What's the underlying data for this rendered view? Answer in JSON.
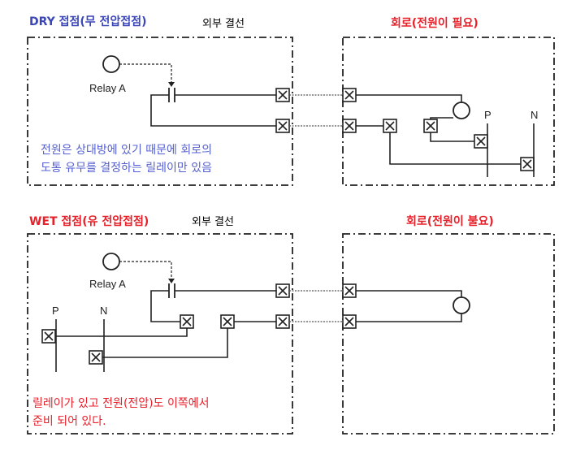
{
  "dry": {
    "title": "DRY 접점(무 전압접점)",
    "wiring_label": "외부 결선",
    "circuit_title": "회로(전원이 필요)",
    "relay_label": "Relay A",
    "p_label": "P",
    "n_label": "N",
    "note_line1": "전원은 상대방에 있기 때문에 회로의",
    "note_line2": "도통 유무를 결정하는 릴레이만 있음"
  },
  "wet": {
    "title": "WET 접점(유 전압접점)",
    "wiring_label": "외부 결선",
    "circuit_title": "회로(전원이 불요)",
    "relay_label": "Relay A",
    "p_label": "P",
    "n_label": "N",
    "note_line1": "릴레이가 있고 전원(전압)도 이쪽에서",
    "note_line2": "준비 되어 있다."
  },
  "colors": {
    "dry_title": "#3b46b8",
    "note_blue": "#5560d0",
    "red": "#e8202a",
    "line": "#222222"
  }
}
